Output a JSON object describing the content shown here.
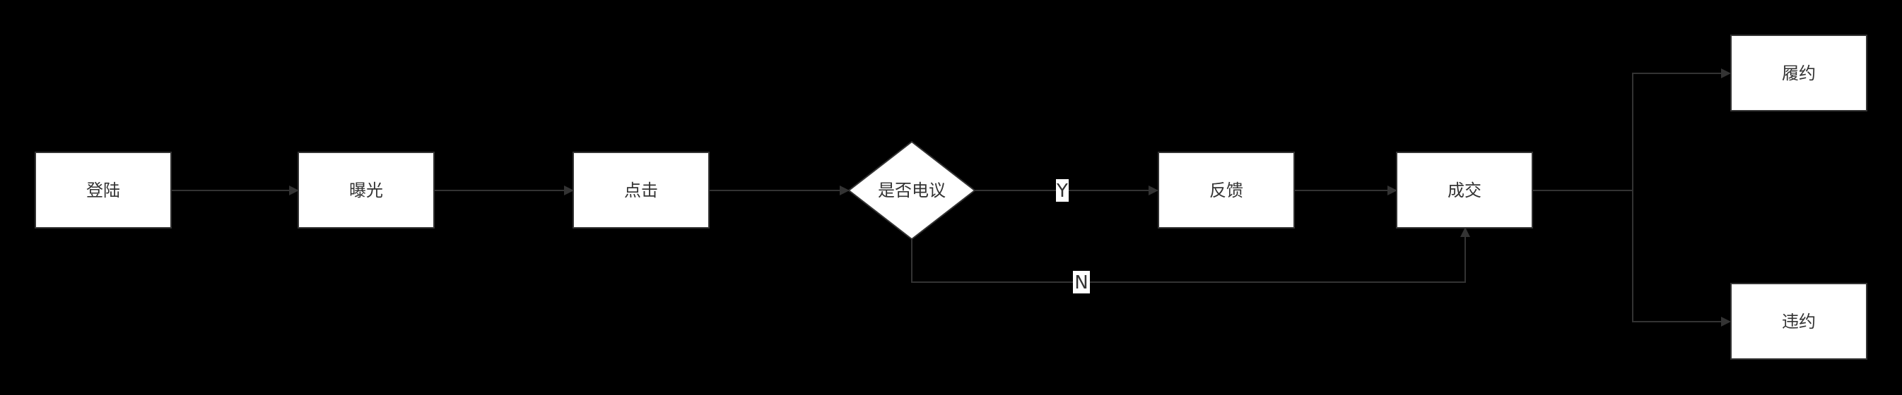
{
  "nodes": {
    "login": "登陆",
    "exposure": "曝光",
    "click": "点击",
    "decision": "是否电议",
    "feedback": "反馈",
    "deal": "成交",
    "fulfill": "履约",
    "breach": "违约"
  },
  "edge_labels": {
    "yes": "Y",
    "no": "N"
  },
  "colors": {
    "background": "#000000",
    "node_fill": "#ffffff",
    "node_border": "#333333",
    "edge": "#333333",
    "text": "#333333"
  }
}
